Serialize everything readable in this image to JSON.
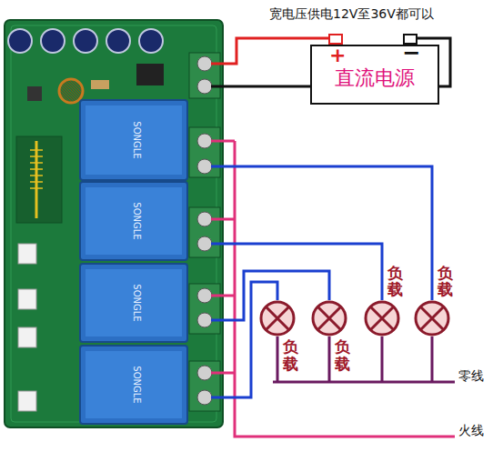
{
  "diagram": {
    "nodes": [
      {
        "text": [
          "直流电源"
        ]
      },
      {
        "text": [
          "负载"
        ]
      },
      {
        "text": [
          "负载"
        ]
      },
      {
        "text": [
          "负载"
        ]
      },
      {
        "text": [
          "负载"
        ]
      }
    ],
    "labels": [
      "宽电压供电12V至36V都可以",
      "+",
      "−",
      "零线",
      "火线",
      "SONGLE",
      "SONGLE",
      "SONGLE",
      "SONGLE"
    ]
  }
}
